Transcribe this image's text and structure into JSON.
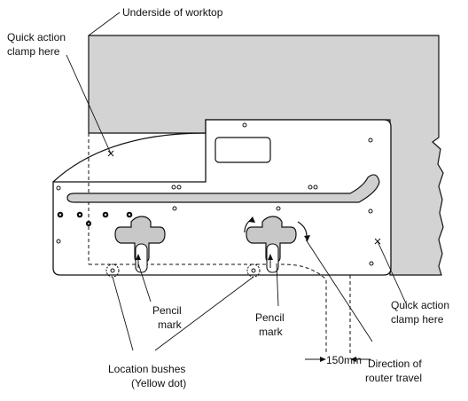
{
  "labels": {
    "underside": "Underside of worktop",
    "clamp_left_1": "Quick action",
    "clamp_left_2": "clamp here",
    "clamp_right_1": "Quick action",
    "clamp_right_2": "clamp here",
    "pencil_left_1": "Pencil",
    "pencil_left_2": "mark",
    "pencil_mid_1": "Pencil",
    "pencil_mid_2": "mark",
    "bushes_1": "Location bushes",
    "bushes_2": "(Yellow dot)",
    "direction_1": "Direction of",
    "direction_2": "router travel",
    "distance": "150mm"
  },
  "colors": {
    "worktop_fill": "#d3d3d3",
    "line": "#111111",
    "jig_fill": "#ffffff",
    "slot_fill": "#d0d0d0",
    "handle_fill": "#c8c8c8"
  }
}
